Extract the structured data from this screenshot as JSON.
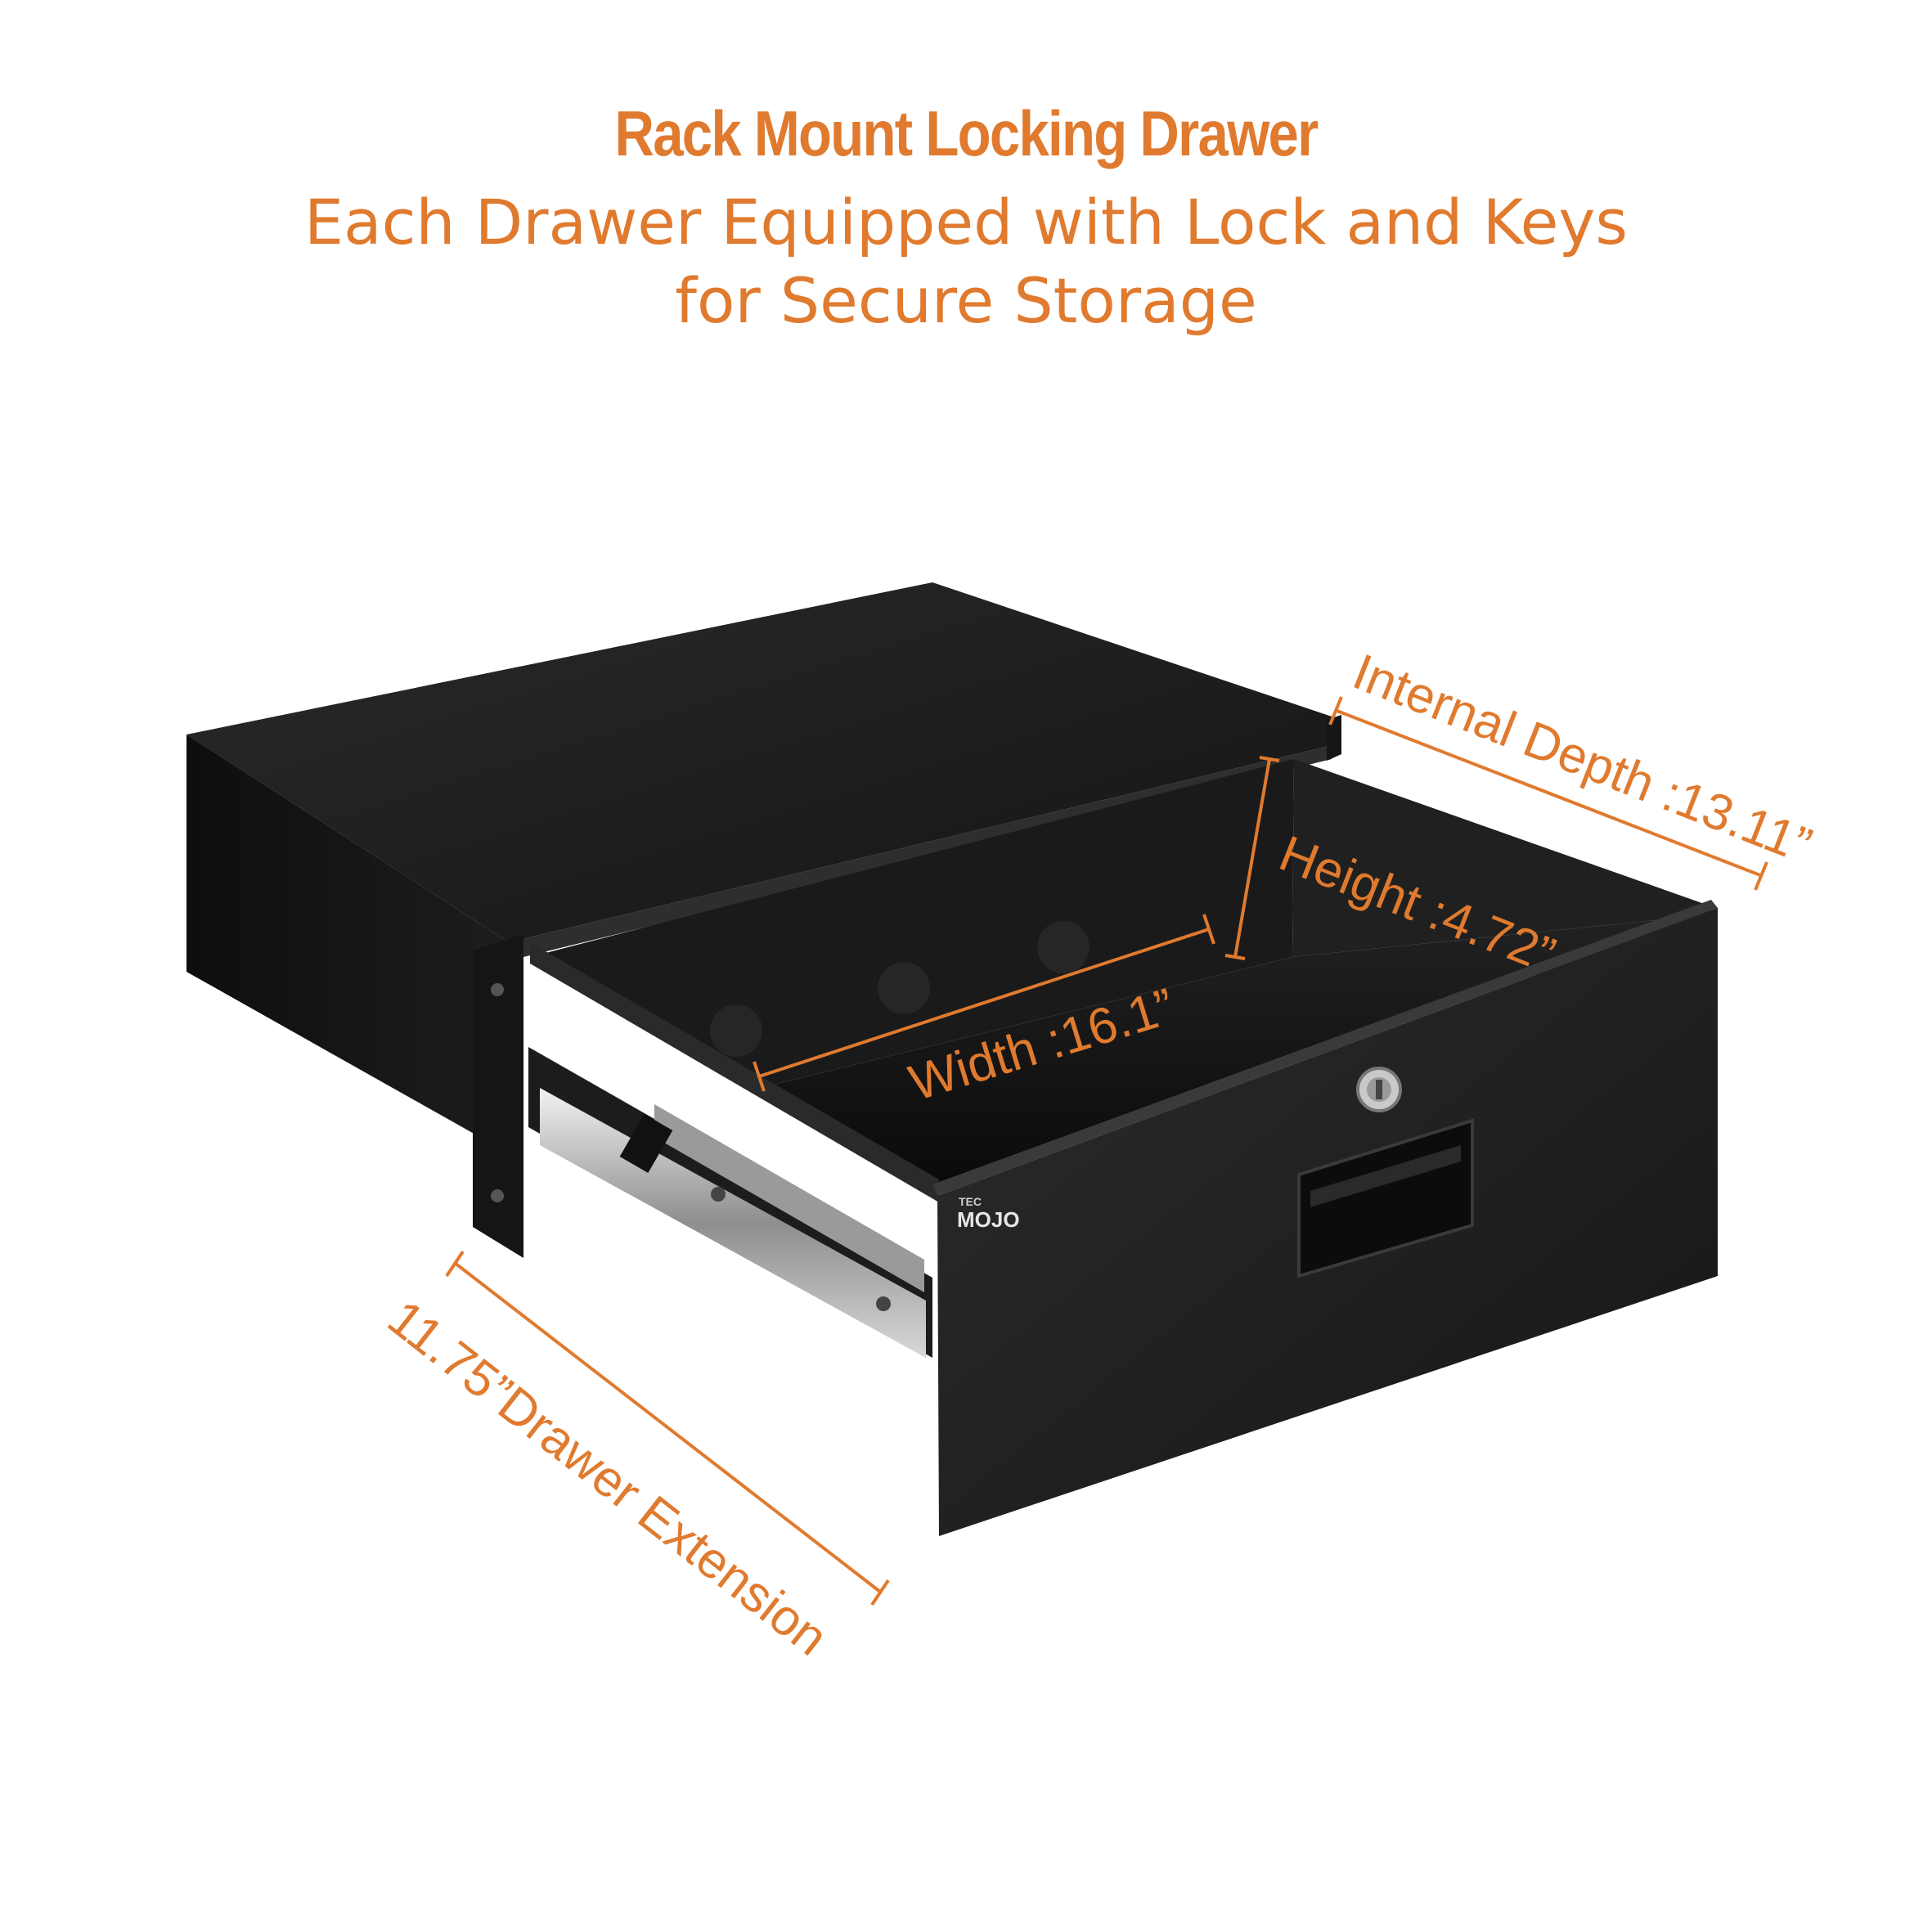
{
  "header": {
    "title": "Rack Mount Locking Drawer",
    "subtitle_line1": "Each Drawer Equipped with Lock and Keys",
    "subtitle_line2": "for Secure Storage"
  },
  "product": {
    "brand_small": "TEC",
    "brand": "MOJO",
    "drawer_color": "#1a1a1a"
  },
  "dimensions": {
    "depth": "Internal Depth :13.11”",
    "height": "Height :4.72”",
    "width": "Width :16.1”",
    "extension": "11.75”Drawer Extension"
  },
  "colors": {
    "accent": "#E07A2E",
    "background": "#ffffff"
  }
}
